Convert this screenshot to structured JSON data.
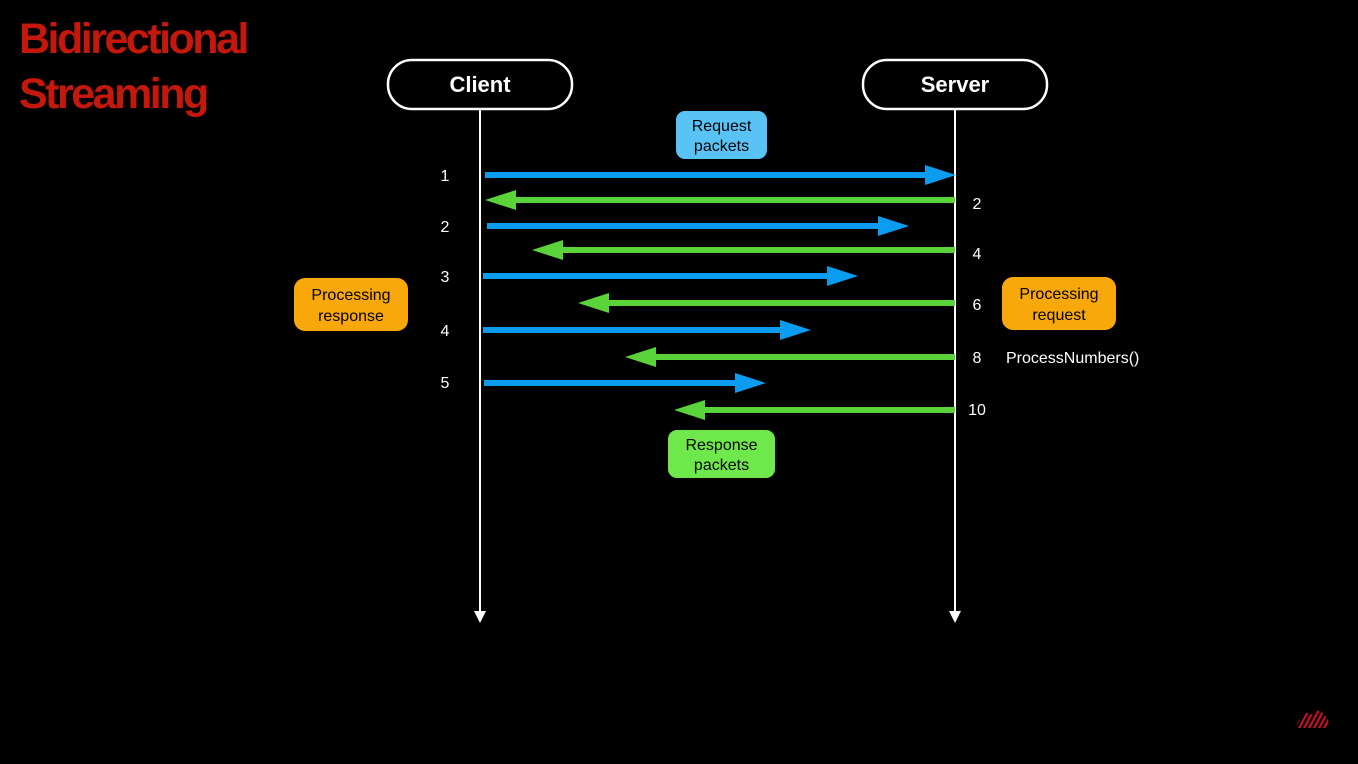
{
  "title": {
    "line1": "Bidirectional",
    "line2": "Streaming",
    "color": "#c4180d"
  },
  "participants": {
    "client": "Client",
    "server": "Server"
  },
  "colors": {
    "request_arrow": "#0b9cf0",
    "response_arrow": "#5ad33a",
    "request_note": "#5ac3f5",
    "response_note": "#6ee84a",
    "processing_note": "#f9a80b",
    "lifeline": "#ffffff",
    "logo": "#c4102a"
  },
  "request_messages": [
    {
      "seq": "1",
      "value": 1
    },
    {
      "seq": "2",
      "value": 2
    },
    {
      "seq": "3",
      "value": 3
    },
    {
      "seq": "4",
      "value": 4
    },
    {
      "seq": "5",
      "value": 5
    }
  ],
  "response_messages": [
    {
      "seq": "2",
      "value": 2
    },
    {
      "seq": "4",
      "value": 4
    },
    {
      "seq": "6",
      "value": 6
    },
    {
      "seq": "8",
      "value": 8
    },
    {
      "seq": "10",
      "value": 10
    }
  ],
  "notes": {
    "request_packets": {
      "line1": "Request",
      "line2": "packets"
    },
    "response_packets": {
      "line1": "Response",
      "line2": "packets"
    },
    "processing_response": {
      "line1": "Processing",
      "line2": "response"
    },
    "processing_request": {
      "line1": "Processing",
      "line2": "request"
    }
  },
  "server_function": "ProcessNumbers()",
  "logo_icon": "cloud-logo-icon"
}
